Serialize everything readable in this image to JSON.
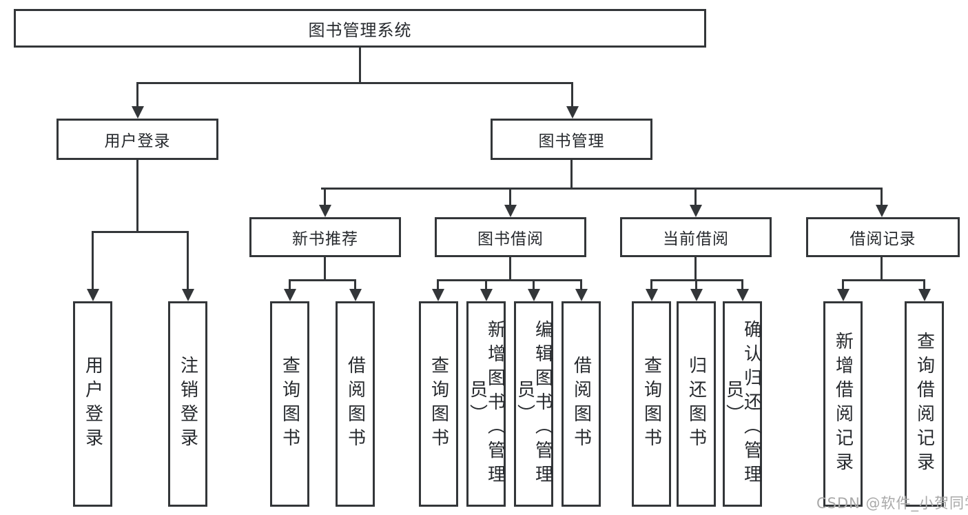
{
  "diagram": {
    "type": "hierarchy-tree",
    "nodes": {
      "root": "图书管理系统",
      "login": "用户登录",
      "manage": "图书管理",
      "login_children": [
        "用户登录",
        "注销登录"
      ],
      "manage_children": [
        "新书推荐",
        "图书借阅",
        "当前借阅",
        "借阅记录"
      ],
      "newbook_children": [
        "查询图书",
        "借阅图书"
      ],
      "borrow_children": [
        "查询图书",
        "新增图书（管理员）",
        "编辑图书（管理员）",
        "借阅图书"
      ],
      "current_children": [
        "查询图书",
        "归还图书",
        "确认归还（管理员）"
      ],
      "record_children": [
        "新增借阅记录",
        "查询借阅记录"
      ]
    },
    "edges": [
      [
        "图书管理系统",
        "用户登录"
      ],
      [
        "图书管理系统",
        "图书管理"
      ],
      [
        "用户登录",
        "用户登录(叶)"
      ],
      [
        "用户登录",
        "注销登录"
      ],
      [
        "图书管理",
        "新书推荐"
      ],
      [
        "图书管理",
        "图书借阅"
      ],
      [
        "图书管理",
        "当前借阅"
      ],
      [
        "图书管理",
        "借阅记录"
      ],
      [
        "新书推荐",
        "查询图书"
      ],
      [
        "新书推荐",
        "借阅图书"
      ],
      [
        "图书借阅",
        "查询图书"
      ],
      [
        "图书借阅",
        "新增图书（管理员）"
      ],
      [
        "图书借阅",
        "编辑图书（管理员）"
      ],
      [
        "图书借阅",
        "借阅图书"
      ],
      [
        "当前借阅",
        "查询图书"
      ],
      [
        "当前借阅",
        "归还图书"
      ],
      [
        "当前借阅",
        "确认归还（管理员）"
      ],
      [
        "借阅记录",
        "新增借阅记录"
      ],
      [
        "借阅记录",
        "查询借阅记录"
      ]
    ]
  },
  "watermark": "CSDN @软件_小贺同学",
  "colors": {
    "line": "#333639",
    "text": "#26292d",
    "background": "#ffffff",
    "watermark": "#a9a9a9"
  }
}
